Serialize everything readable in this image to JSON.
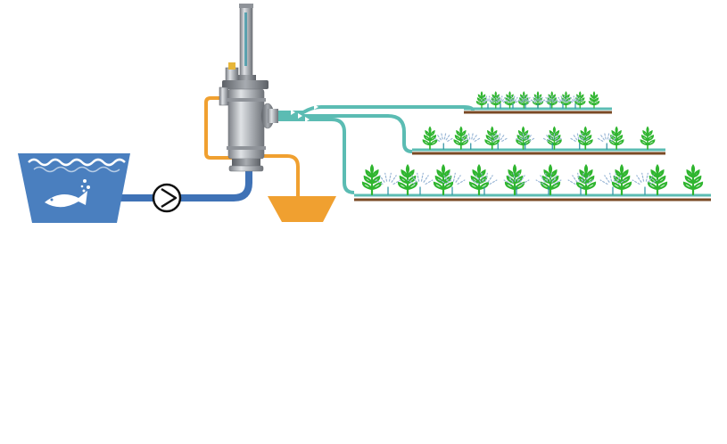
{
  "diagram": {
    "kind": "irrigation-filtration-schematic",
    "components": [
      "water-reservoir",
      "fish",
      "pump",
      "self-cleaning-filter",
      "flush-collection-basin",
      "irrigation-pipes",
      "crop-rows",
      "sprinklers"
    ],
    "colors": {
      "water": "#4a7fbf",
      "water-light": "#ffffff",
      "supply-pipe": "#3f72b6",
      "flush-line": "#f0a030",
      "basin": "#f0a030",
      "irrigation-line": "#5bbcb3",
      "soil": "#7a4a25",
      "plant": "#2fb52f",
      "sprinkler": "#9ab7d6",
      "filter-metal": "#b8bcc2",
      "pump-stroke": "#111111"
    },
    "crop_rows": [
      {
        "name": "row-1",
        "plants": 9,
        "sprinklers": 8
      },
      {
        "name": "row-2",
        "plants": 8,
        "sprinklers": 7
      },
      {
        "name": "row-3",
        "plants": 10,
        "sprinklers": 9
      }
    ]
  }
}
